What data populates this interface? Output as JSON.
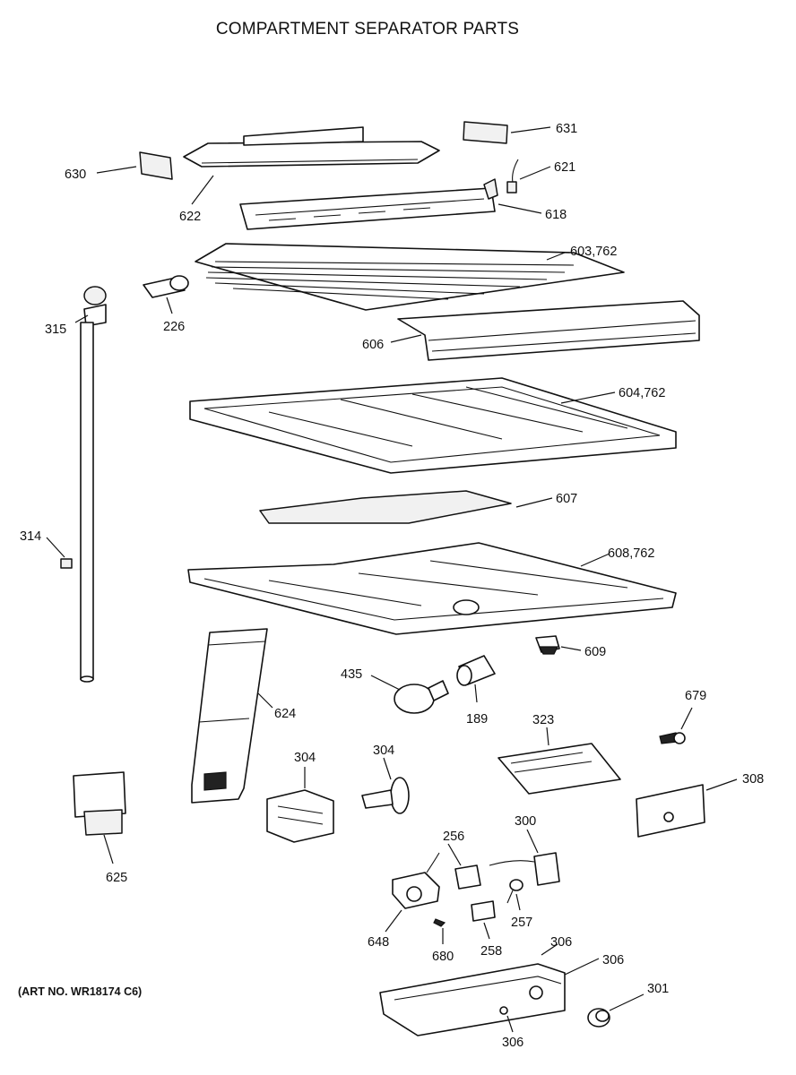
{
  "title": "COMPARTMENT SEPARATOR PARTS",
  "art_number": "(ART NO. WR18174 C6)",
  "callouts": [
    {
      "id": "631",
      "label": "631"
    },
    {
      "id": "630",
      "label": "630"
    },
    {
      "id": "621",
      "label": "621"
    },
    {
      "id": "622",
      "label": "622"
    },
    {
      "id": "618",
      "label": "618"
    },
    {
      "id": "603",
      "label": "603,762"
    },
    {
      "id": "315",
      "label": "315"
    },
    {
      "id": "226",
      "label": "226"
    },
    {
      "id": "606",
      "label": "606"
    },
    {
      "id": "604",
      "label": "604,762"
    },
    {
      "id": "607",
      "label": "607"
    },
    {
      "id": "314",
      "label": "314"
    },
    {
      "id": "608",
      "label": "608,762"
    },
    {
      "id": "609",
      "label": "609"
    },
    {
      "id": "435",
      "label": "435"
    },
    {
      "id": "624",
      "label": "624"
    },
    {
      "id": "189",
      "label": "189"
    },
    {
      "id": "323",
      "label": "323"
    },
    {
      "id": "679",
      "label": "679"
    },
    {
      "id": "304a",
      "label": "304"
    },
    {
      "id": "304b",
      "label": "304"
    },
    {
      "id": "308",
      "label": "308"
    },
    {
      "id": "625",
      "label": "625"
    },
    {
      "id": "256",
      "label": "256"
    },
    {
      "id": "300",
      "label": "300"
    },
    {
      "id": "257",
      "label": "257"
    },
    {
      "id": "648",
      "label": "648"
    },
    {
      "id": "680",
      "label": "680"
    },
    {
      "id": "258",
      "label": "258"
    },
    {
      "id": "306a",
      "label": "306"
    },
    {
      "id": "306b",
      "label": "306"
    },
    {
      "id": "301",
      "label": "301"
    },
    {
      "id": "306c",
      "label": "306"
    }
  ]
}
